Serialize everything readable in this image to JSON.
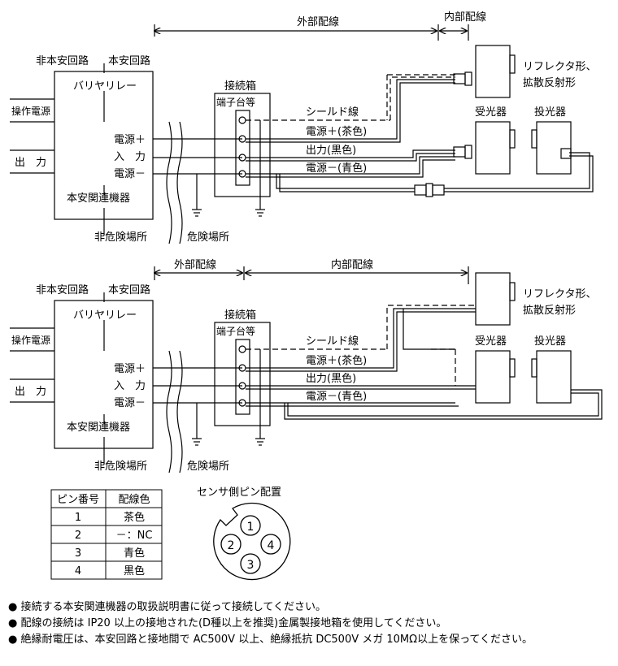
{
  "diagram1": {
    "external_wiring": "外部配線",
    "internal_wiring": "内部配線",
    "non_safe_circuit": "非本安回路",
    "safe_circuit": "本安回路",
    "barrier_relay": "バリヤリレー",
    "op_power": "操作電源",
    "output": "出　力",
    "power_plus": "電源＋",
    "input": "入　力",
    "power_minus": "電源－",
    "safe_device": "本安関連機器",
    "non_hazard": "非危険場所",
    "hazard": "危険場所",
    "junction_box": "接続箱",
    "terminal_block": "端子台等",
    "shield_wire": "シールド線",
    "w_power_plus": "電源＋(茶色)",
    "w_output": "出力(黒色)",
    "w_power_minus": "電源－(青色)",
    "reflector_1": "リフレクタ形、",
    "reflector_2": "拡散反射形",
    "receiver": "受光器",
    "emitter": "投光器"
  },
  "diagram2": {
    "external_wiring": "外部配線",
    "internal_wiring": "内部配線",
    "non_safe_circuit": "非本安回路",
    "safe_circuit": "本安回路",
    "barrier_relay": "バリヤリレー",
    "op_power": "操作電源",
    "output": "出　力",
    "power_plus": "電源＋",
    "input": "入　力",
    "power_minus": "電源－",
    "safe_device": "本安関連機器",
    "non_hazard": "非危険場所",
    "hazard": "危険場所",
    "junction_box": "接続箱",
    "terminal_block": "端子台等",
    "shield_wire": "シールド線",
    "w_power_plus": "電源＋(茶色)",
    "w_output": "出力(黒色)",
    "w_power_minus": "電源－(青色)",
    "reflector_1": "リフレクタ形、",
    "reflector_2": "拡散反射形",
    "receiver": "受光器",
    "emitter": "投光器"
  },
  "pin_table": {
    "headers": [
      "ピン番号",
      "配線色"
    ],
    "rows": [
      [
        "1",
        "茶色"
      ],
      [
        "2",
        "－：NC"
      ],
      [
        "3",
        "青色"
      ],
      [
        "4",
        "黒色"
      ]
    ]
  },
  "sensor_pins": {
    "title": "センサ側ピン配置",
    "pins": [
      "1",
      "2",
      "3",
      "4"
    ]
  },
  "notes": [
    "● 接続する本安関連機器の取扱説明書に従って接続してください。",
    "● 配線の接続は IP20 以上の接地された(D種以上を推奨)金属製接地箱を使用してください。",
    "● 絶縁耐電圧は、本安回路と接地間で AC500V 以上、絶縁抵抗 DC500V メガ 10MΩ以上を保ってください。"
  ]
}
